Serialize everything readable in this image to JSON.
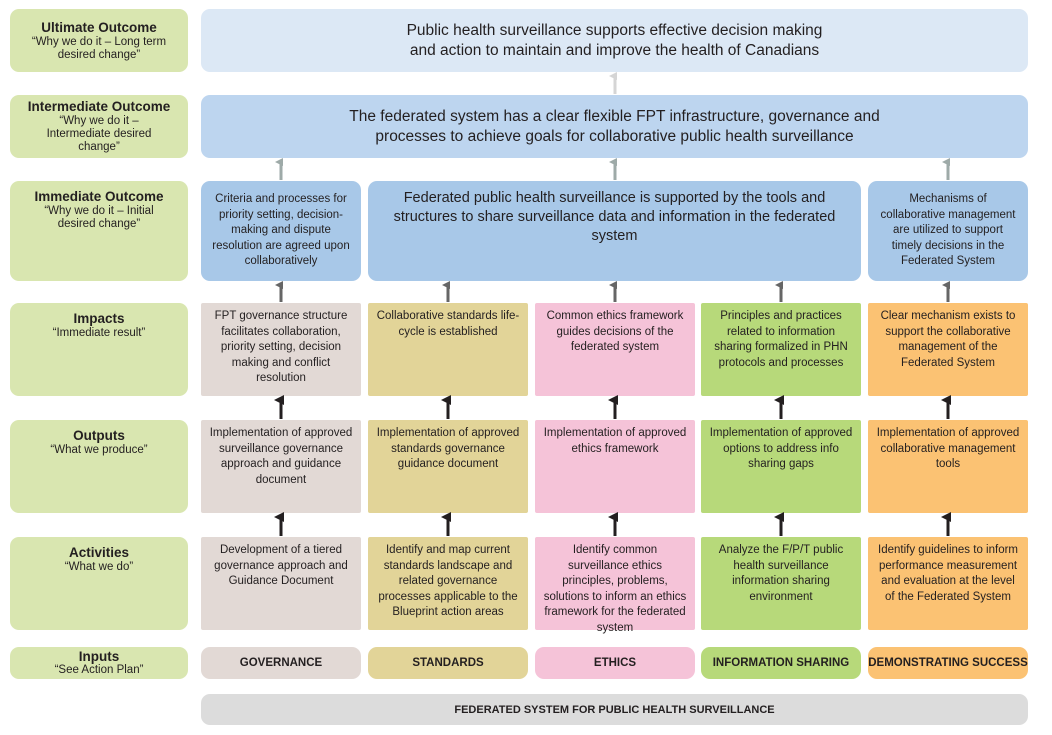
{
  "row_labels": {
    "ultimate": {
      "title": "Ultimate Outcome",
      "sub": "“Why we do it – Long term desired change”"
    },
    "intermediate": {
      "title": "Intermediate Outcome",
      "sub": "“Why we do it – Intermediate desired change”"
    },
    "immediate": {
      "title": "Immediate Outcome",
      "sub": "“Why we do it – Initial desired change”"
    },
    "impacts": {
      "title": "Impacts",
      "sub": "“Immediate result”"
    },
    "outputs": {
      "title": "Outputs",
      "sub": "“What we produce”"
    },
    "activities": {
      "title": "Activities",
      "sub": "“What we do”"
    },
    "inputs": {
      "title": "Inputs",
      "sub": "“See Action Plan”"
    }
  },
  "ultimate_outcome": "Public health surveillance supports effective decision making and action to maintain and improve the health of Canadians",
  "intermediate_outcome": "The federated system has a clear flexible FPT infrastructure, governance and processes to achieve goals for collaborative public health surveillance",
  "immediate_outcomes": {
    "left": "Criteria and processes for priority setting, decision-making and dispute resolution are agreed upon collaboratively",
    "middle": "Federated public health surveillance is supported by the tools and structures to share surveillance data and information in the federated system",
    "right": "Mechanisms of collaborative management are utilized to support timely decisions in the Federated System"
  },
  "columns": {
    "governance": {
      "input": "GOVERNANCE",
      "impact": "FPT governance structure facilitates collaboration, priority setting, decision making and conflict resolution",
      "output": "Implementation of approved surveillance governance approach and guidance document",
      "activity": "Development of a tiered governance approach and Guidance Document"
    },
    "standards": {
      "input": "STANDARDS",
      "impact": "Collaborative standards life-cycle is established",
      "output": "Implementation of approved standards governance guidance document",
      "activity": "Identify and map current standards landscape and related governance processes applicable to the Blueprint action areas"
    },
    "ethics": {
      "input": "ETHICS",
      "impact": "Common ethics framework guides decisions of the federated system",
      "output": "Implementation of approved ethics framework",
      "activity": "Identify common surveillance ethics principles, problems, solutions to inform an ethics framework for the federated system"
    },
    "information_sharing": {
      "input": "INFORMATION SHARING",
      "impact": "Principles and practices related to information sharing formalized in PHN protocols and processes",
      "output": "Implementation of approved options to address info sharing gaps",
      "activity": "Analyze the F/P/T public health surveillance information sharing environment"
    },
    "demonstrating_success": {
      "input": "DEMONSTRATING SUCCESS",
      "impact": "Clear mechanism exists to support the collaborative management of the Federated System",
      "output": "Implementation of approved collaborative management tools",
      "activity": "Identify guidelines to inform performance measurement and evaluation at the level of the Federated System"
    }
  },
  "footer": "FEDERATED SYSTEM FOR PUBLIC HEALTH SURVEILLANCE",
  "colors": {
    "label_green": "#d9e6b0",
    "governance": "#e2d9d5",
    "standards": "#e2d498",
    "ethics": "#f5c3d8",
    "information_sharing": "#b7d97a",
    "demonstrating_success": "#fbc273",
    "blue_light": "#dce8f5",
    "blue_mid": "#bdd5ef",
    "blue_dark": "#a8c8e8"
  }
}
